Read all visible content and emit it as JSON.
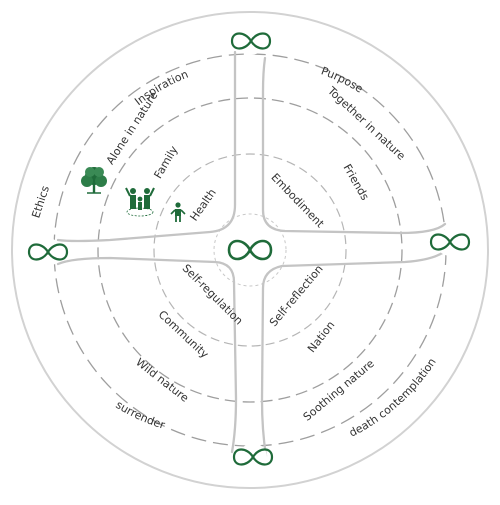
{
  "colors": {
    "outline": "#d2d2d2",
    "dash": "#9e9e9e",
    "inner_dash": "#c4c4c4",
    "accent": "#1f6b3a",
    "text": "#333333"
  },
  "center": {
    "icon": "infinity-icon"
  },
  "edge_icons": [
    {
      "name": "top-infinity-icon",
      "icon": "infinity-icon"
    },
    {
      "name": "right-infinity-icon",
      "icon": "infinity-icon"
    },
    {
      "name": "bottom-infinity-icon",
      "icon": "infinity-icon"
    },
    {
      "name": "left-infinity-icon",
      "icon": "infinity-icon"
    }
  ],
  "pictograms": [
    {
      "name": "tree-icon",
      "icon": "tree-icon"
    },
    {
      "name": "family-icon",
      "icon": "family-icon"
    },
    {
      "name": "person-icon",
      "icon": "person-icon"
    }
  ],
  "labels": {
    "inspiration": "Inspiration",
    "purpose": "Purpose",
    "ethics": "Ethics",
    "alone_in_nature": "Alone in nature",
    "together_in_nature": "Together in nature",
    "family": "Family",
    "friends": "Friends",
    "health": "Health",
    "embodiment": "Embodiment",
    "self_regulation": "Self-regulation",
    "self_reflection": "Self-reflection",
    "community": "Community",
    "nation": "Nation",
    "wild_nature": "Wild nature",
    "soothing_nature": "Soothing nature",
    "surrender": "surrender",
    "death_contemplation": "death contemplation"
  }
}
